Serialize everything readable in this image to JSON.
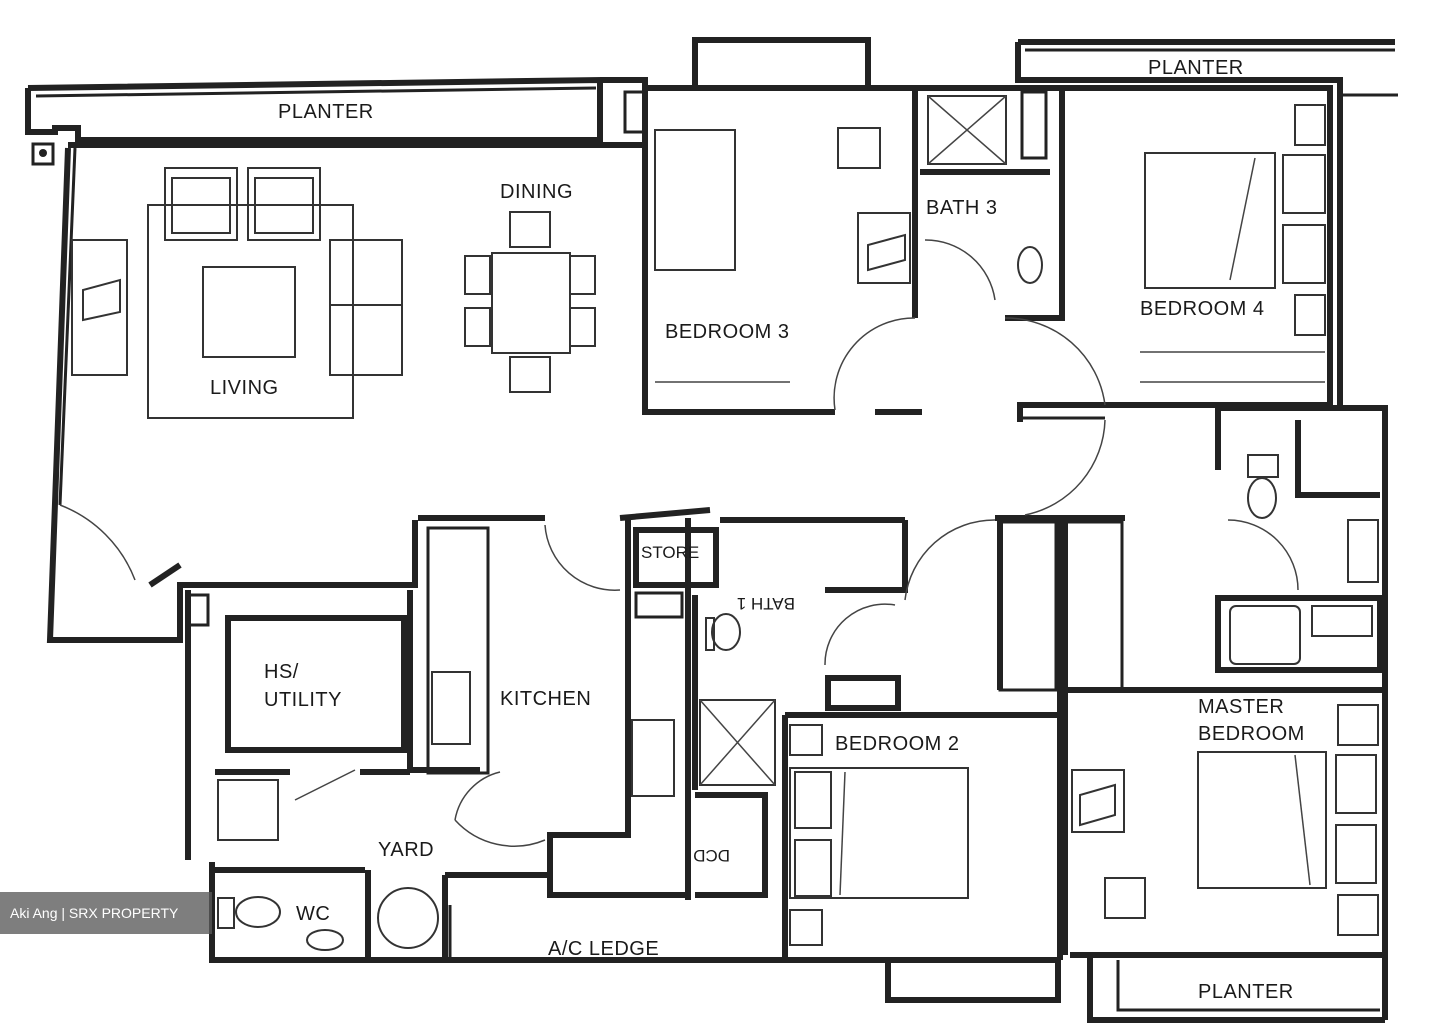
{
  "rooms": {
    "planter_top_left": "PLANTER",
    "planter_top_right": "PLANTER",
    "planter_bottom": "PLANTER",
    "living": "LIVING",
    "dining": "DINING",
    "bedroom3": "BEDROOM 3",
    "bath3": "BATH 3",
    "bedroom4": "BEDROOM 4",
    "store": "STORE",
    "bath_mirrored": "BATH 1",
    "hs_utility_line1": "HS/",
    "hs_utility_line2": "UTILITY",
    "kitchen": "KITCHEN",
    "yard": "YARD",
    "wc": "WC",
    "ac_ledge": "A/C LEDGE",
    "bedroom2": "BEDROOM 2",
    "dcd_mirrored": "DCD",
    "master_line1": "MASTER",
    "master_line2": "BEDROOM"
  },
  "watermark": "Aki Ang | SRX PROPERTY"
}
